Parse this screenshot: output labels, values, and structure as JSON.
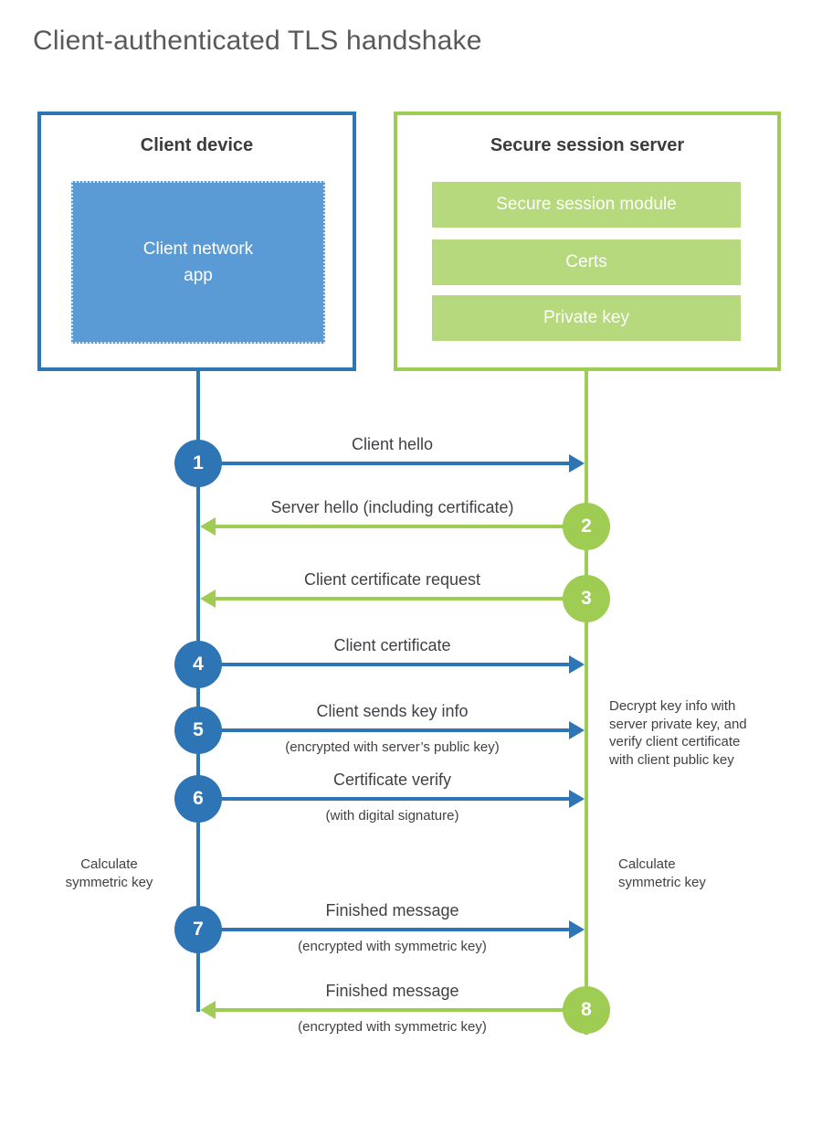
{
  "title": "Client-authenticated TLS handshake",
  "colors": {
    "client_accent": "#2e75b5",
    "client_fill": "#5b9bd5",
    "server_accent": "#9fcc52",
    "server_fill": "#b5d97c",
    "text": "#3f4144",
    "title_text": "#58595b"
  },
  "client": {
    "title": "Client device",
    "app_label": "Client network\napp"
  },
  "server": {
    "title": "Secure session server",
    "modules": [
      "Secure session module",
      "Certs",
      "Private key"
    ]
  },
  "steps": [
    {
      "number": "1",
      "from": "client",
      "to": "server",
      "label": "Client hello",
      "sublabel": ""
    },
    {
      "number": "2",
      "from": "server",
      "to": "client",
      "label": "Server hello (including certificate)",
      "sublabel": ""
    },
    {
      "number": "3",
      "from": "server",
      "to": "client",
      "label": "Client certificate request",
      "sublabel": ""
    },
    {
      "number": "4",
      "from": "client",
      "to": "server",
      "label": "Client certificate",
      "sublabel": ""
    },
    {
      "number": "5",
      "from": "client",
      "to": "server",
      "label": "Client sends key info",
      "sublabel": "(encrypted with server’s public key)"
    },
    {
      "number": "6",
      "from": "client",
      "to": "server",
      "label": "Certificate verify",
      "sublabel": "(with digital signature)"
    },
    {
      "number": "7",
      "from": "client",
      "to": "server",
      "label": "Finished message",
      "sublabel": "(encrypted with symmetric key)"
    },
    {
      "number": "8",
      "from": "server",
      "to": "client",
      "label": "Finished message",
      "sublabel": "(encrypted with symmetric key)"
    }
  ],
  "notes": {
    "server_decrypt": "Decrypt key info with\nserver private key, and\nverify client certificate\nwith client public key",
    "client_calculate": "Calculate\nsymmetric key",
    "server_calculate": "Calculate\nsymmetric key"
  }
}
